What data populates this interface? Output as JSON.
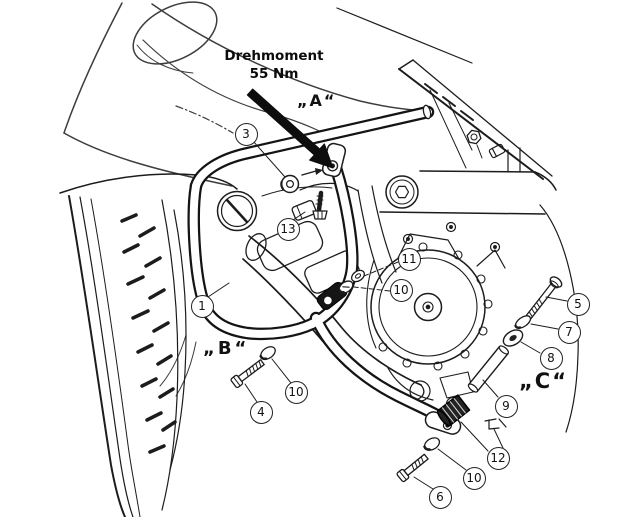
{
  "torque_note": {
    "line1": "Drehmoment",
    "line2": "55 Nm"
  },
  "mount_labels": [
    {
      "id": "A",
      "text": "„A“"
    },
    {
      "id": "B",
      "text": "„B“"
    },
    {
      "id": "C",
      "text": "„C“"
    }
  ],
  "callouts": [
    {
      "number": "3"
    },
    {
      "number": "13"
    },
    {
      "number": "1"
    },
    {
      "number": "11"
    },
    {
      "number": "10"
    },
    {
      "number": "4"
    },
    {
      "number": "10"
    },
    {
      "number": "5"
    },
    {
      "number": "7"
    },
    {
      "number": "8"
    },
    {
      "number": "9"
    },
    {
      "number": "12"
    },
    {
      "number": "10"
    },
    {
      "number": "6"
    }
  ],
  "icons": {
    "torque_arrow": "large-black-arrow-to-mount-A",
    "pointer_arrow": "small-arrow-to-bracket-hole"
  },
  "colors": {
    "line": "#1c1c1c",
    "background": "#ffffff",
    "arrow_fill": "#0d0d0d"
  }
}
